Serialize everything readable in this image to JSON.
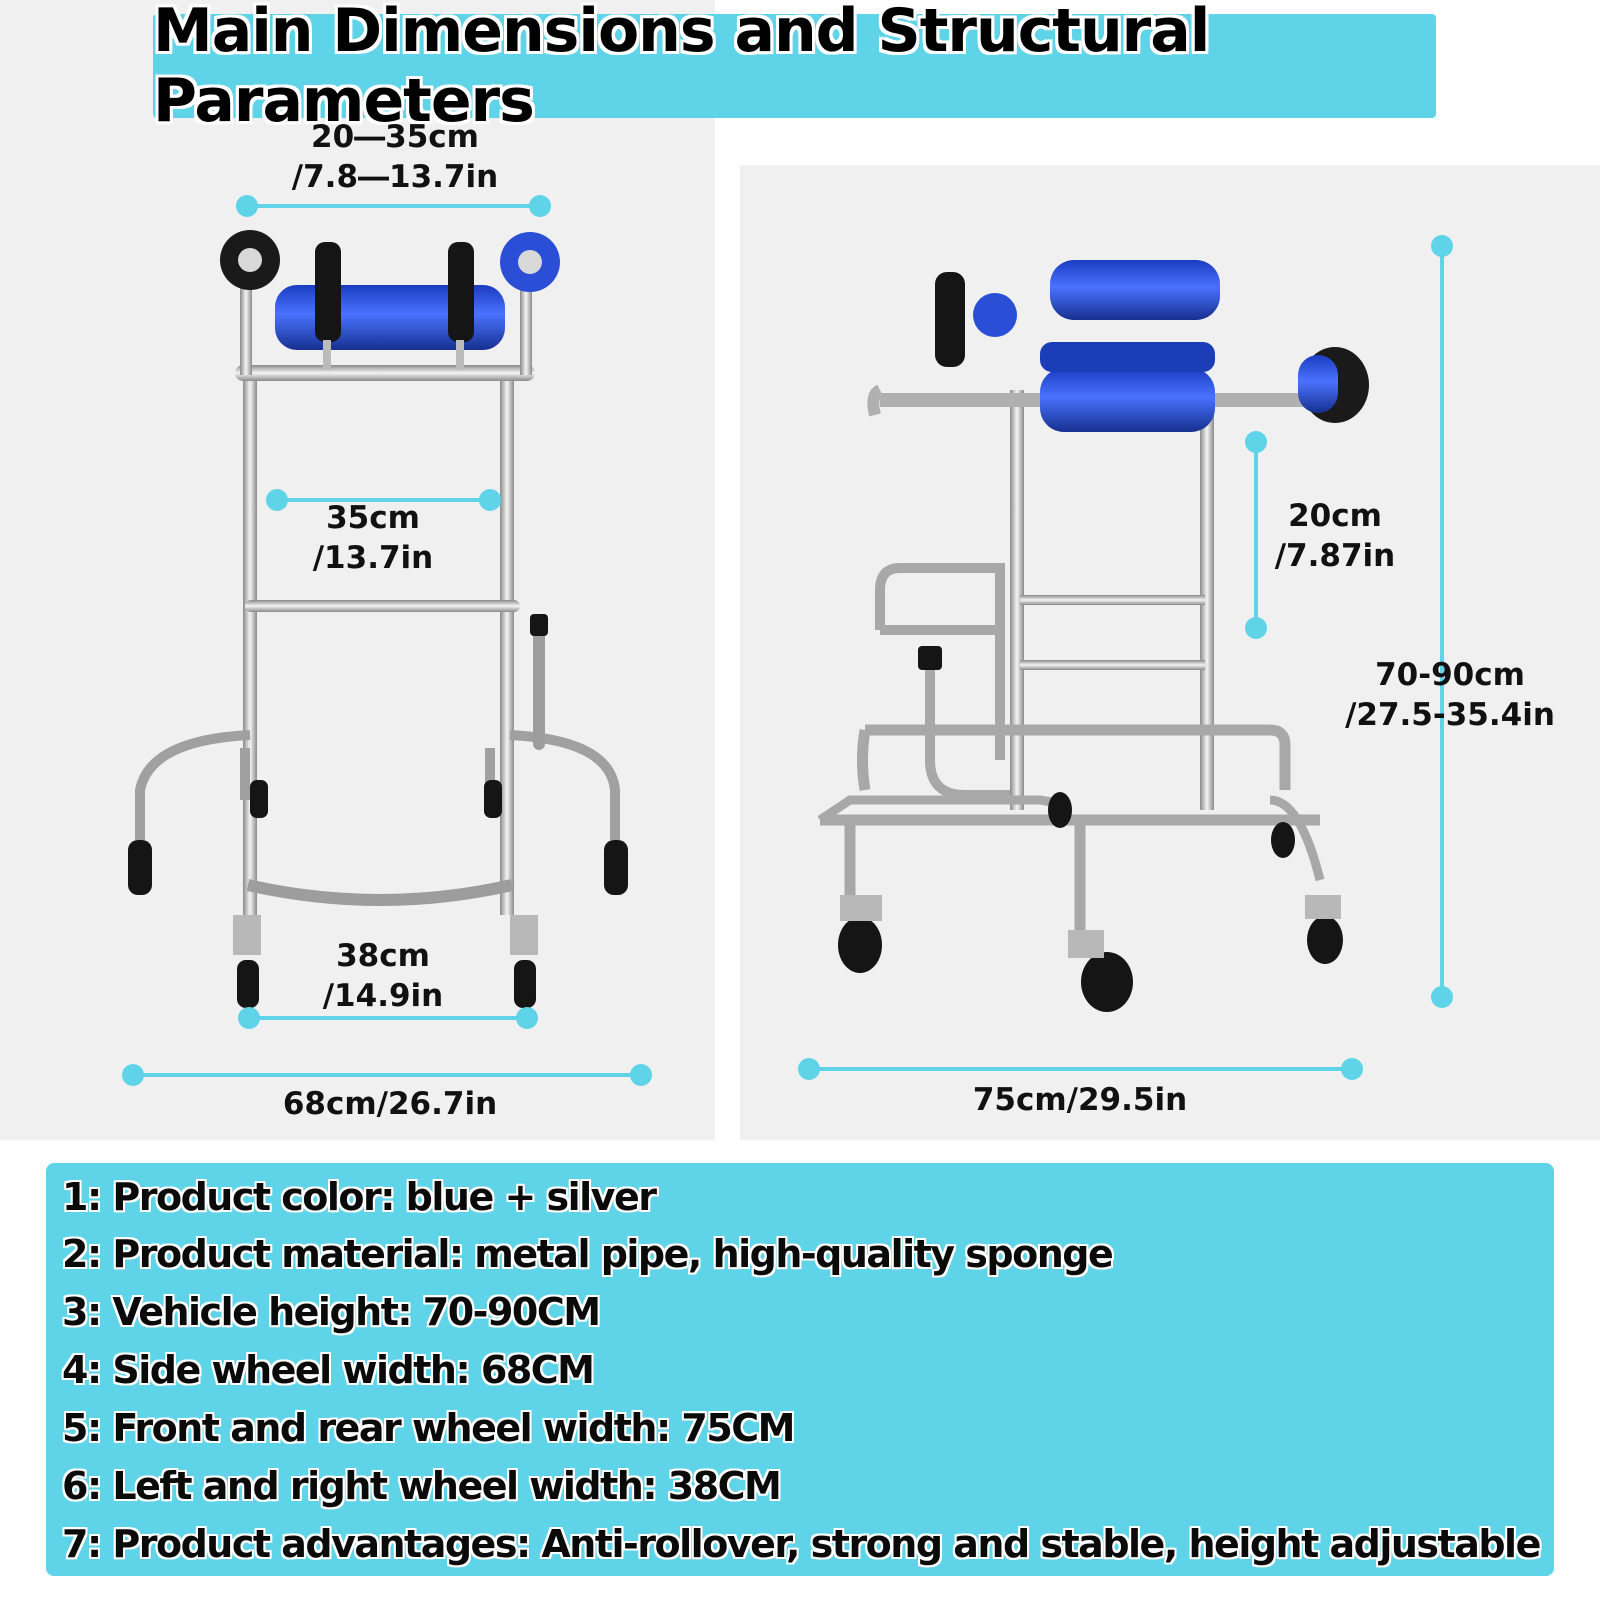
{
  "title": "Main Dimensions and Structural Parameters",
  "colors": {
    "banner": "#5fd4e8",
    "measure_line": "#5fd4e8",
    "product_blue": "#2a4fd6",
    "frame_silver": "#c8c8c8"
  },
  "left_view": {
    "armrest_width": {
      "line1": "20―35cm",
      "line2": "/7.8―13.7in"
    },
    "inner_width": {
      "line1": "35cm",
      "line2": "/13.7in"
    },
    "bottom_inner_width": {
      "line1": "38cm",
      "line2": "/14.9in"
    },
    "side_wheel_width": "68cm/26.7in"
  },
  "right_view": {
    "adjust_range": {
      "line1": "20cm",
      "line2": "/7.87in"
    },
    "height": {
      "line1": "70-90cm",
      "line2": "/27.5-35.4in"
    },
    "wheel_width": "75cm/29.5in"
  },
  "specs": [
    "1: Product color: blue + silver",
    "2: Product material: metal pipe, high-quality sponge",
    "3: Vehicle height: 70-90CM",
    "4: Side wheel width: 68CM",
    "5: Front and rear wheel width: 75CM",
    "6: Left and right wheel width: 38CM",
    "7: Product advantages: Anti-rollover, strong and stable, height adjustable"
  ]
}
